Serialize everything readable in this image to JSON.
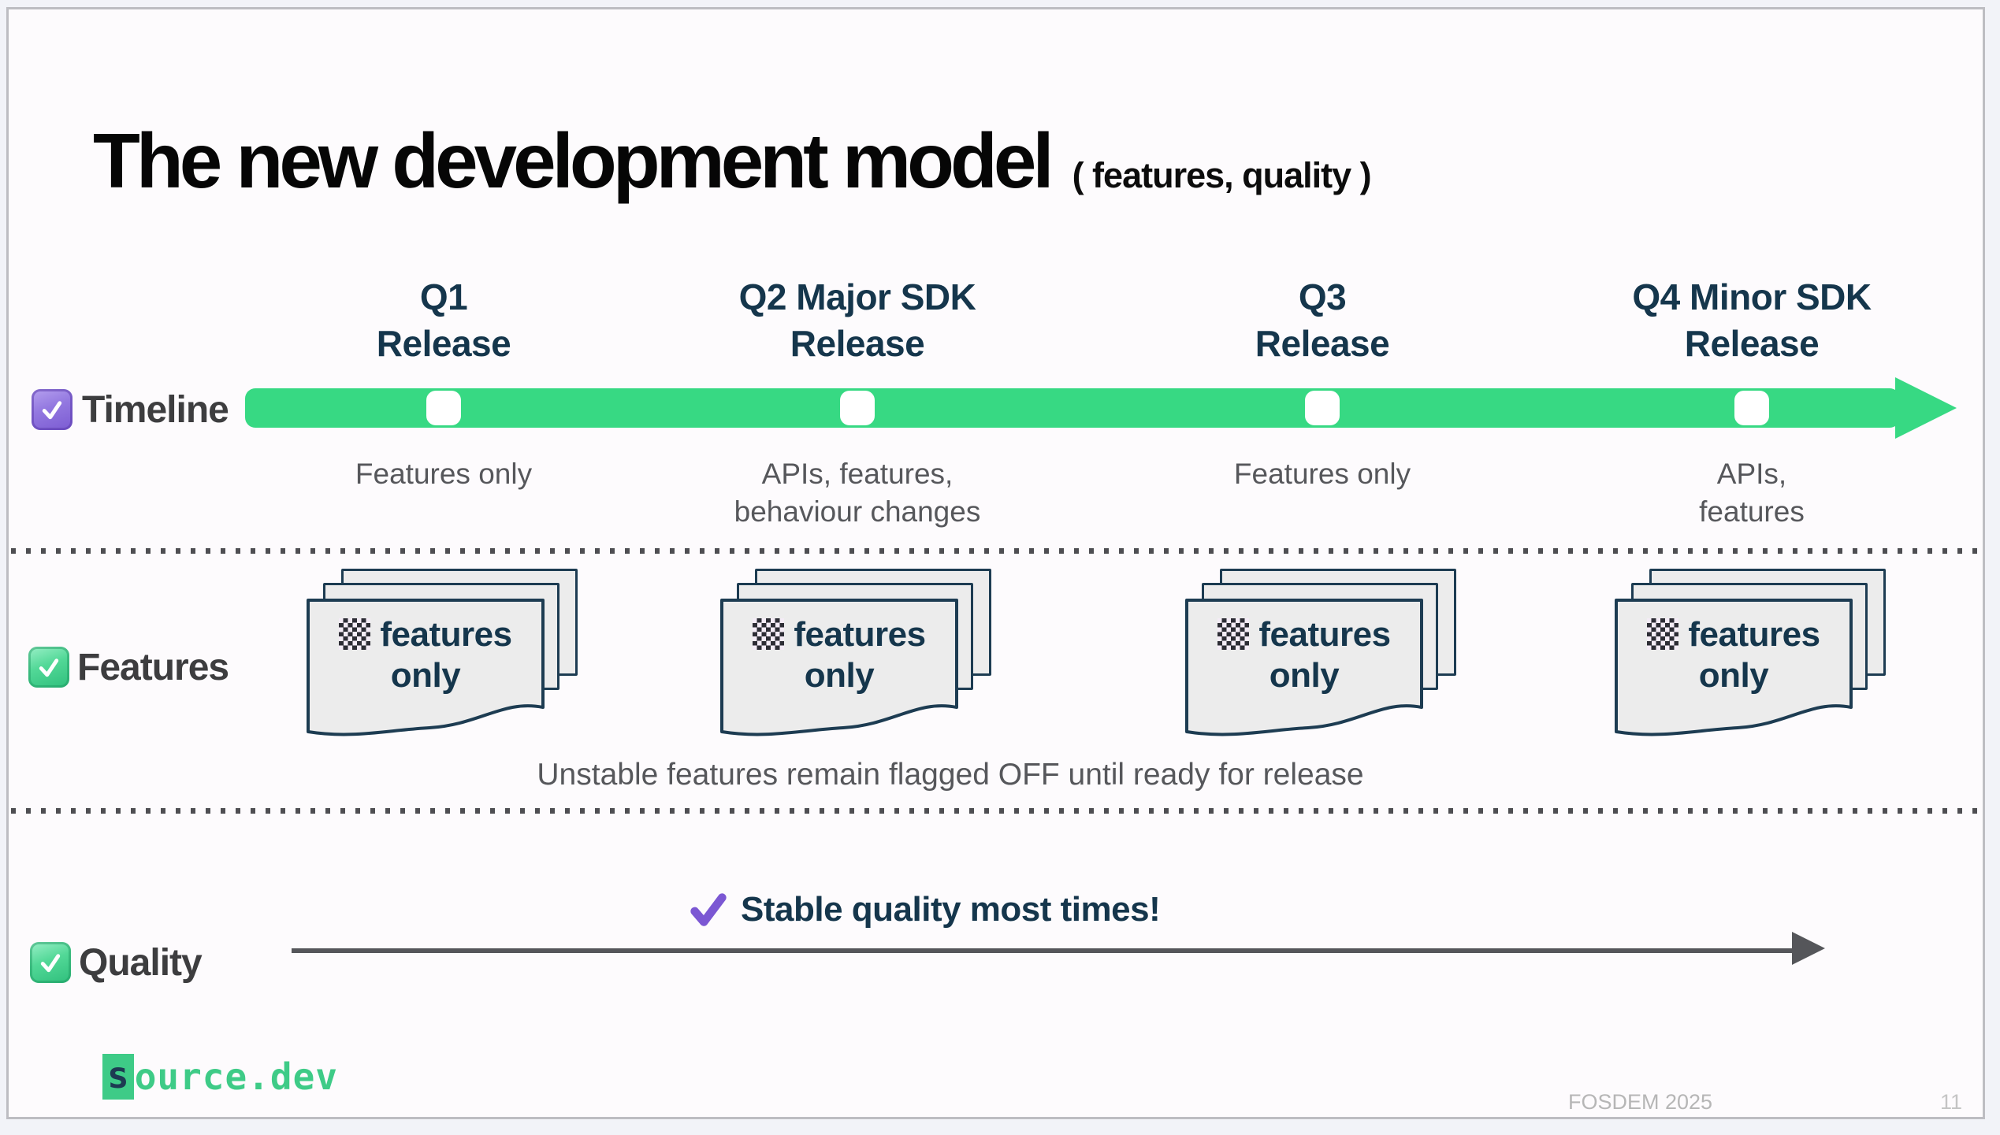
{
  "slide": {
    "title": "The new development model",
    "title_suffix": "( features, quality )",
    "rows": [
      {
        "label": "Timeline",
        "checkbox_color": "purple"
      },
      {
        "label": "Features",
        "checkbox_color": "green"
      },
      {
        "label": "Quality",
        "checkbox_color": "green"
      }
    ],
    "timeline": {
      "milestones": [
        {
          "label": "Q1\nRelease",
          "caption": "Features only"
        },
        {
          "label": "Q2 Major SDK\nRelease",
          "caption": "APIs, features,\nbehaviour changes"
        },
        {
          "label": "Q3\nRelease",
          "caption": "Features only"
        },
        {
          "label": "Q4 Minor SDK\nRelease",
          "caption": "APIs,\nfeatures"
        }
      ]
    },
    "features_section": {
      "card_label": "features only",
      "note": "Unstable features remain flagged OFF until ready for release"
    },
    "quality_section": {
      "note": "Stable quality most times!"
    },
    "footer": {
      "logo_s": "s",
      "logo_rest": "ource.dev",
      "event": "FOSDEM 2025",
      "page_number": "11"
    },
    "colors": {
      "timeline_green": "#37d983",
      "navy_text": "#15364c",
      "gray_text": "#56575b",
      "logo_green": "#3ecb87",
      "checkbox_purple": "#8a6fd8",
      "checkbox_green": "#42cf8b",
      "arrow_gray": "#55565a"
    }
  }
}
